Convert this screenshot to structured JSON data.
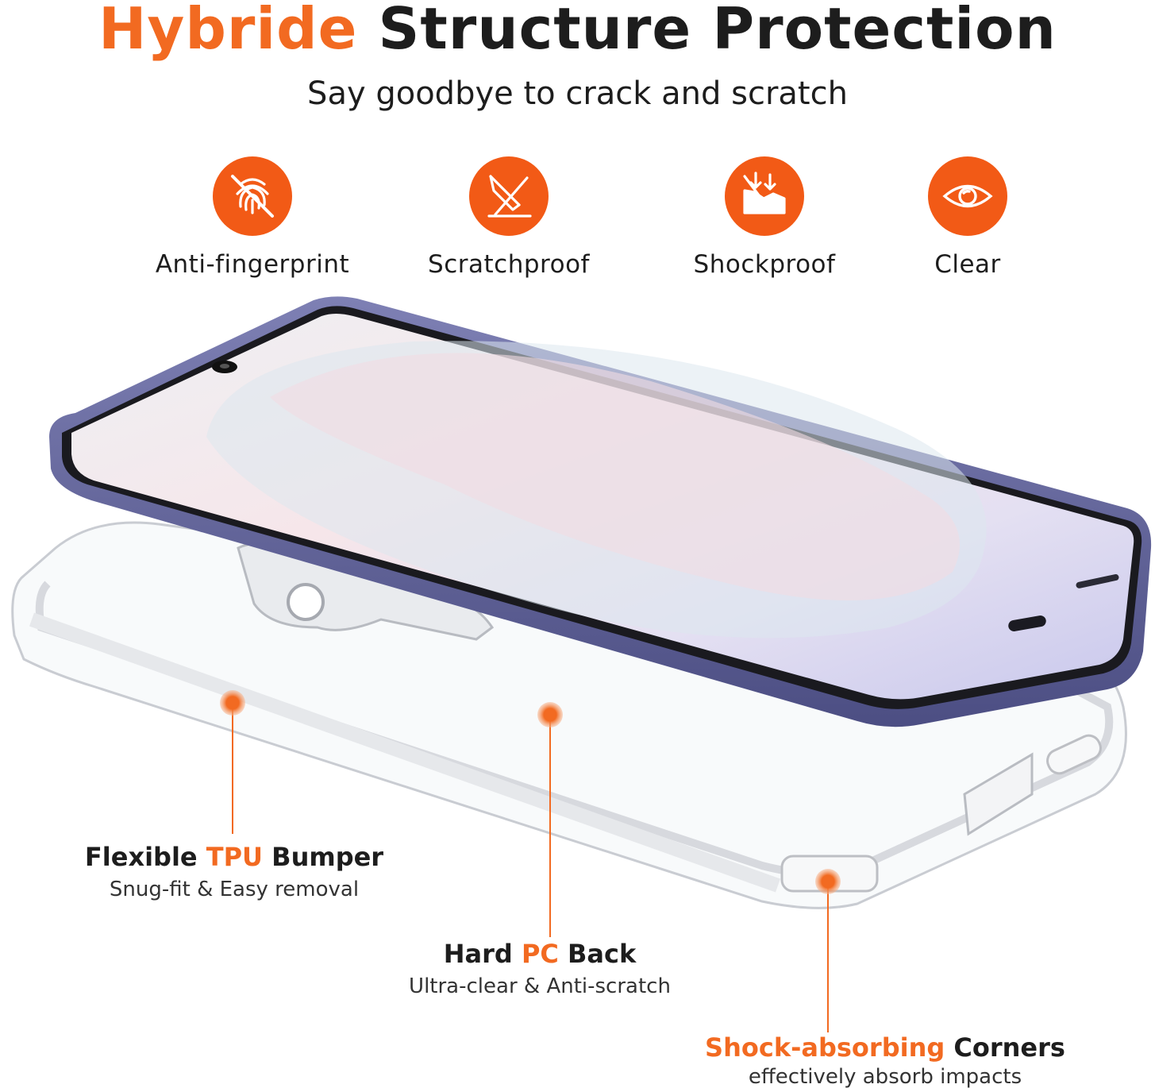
{
  "header": {
    "title_accent": "Hybride",
    "title_rest": "Structure Protection",
    "subtitle": "Say goodbye to crack and scratch"
  },
  "features": [
    {
      "label": "Anti-fingerprint",
      "icon": "fingerprint-crossed-icon"
    },
    {
      "label": "Scratchproof",
      "icon": "scratch-blade-icon"
    },
    {
      "label": "Shockproof",
      "icon": "impact-box-icon"
    },
    {
      "label": "Clear",
      "icon": "eye-icon"
    }
  ],
  "callouts": {
    "bumper": {
      "pre": "Flexible",
      "accent": "TPU",
      "post": "Bumper",
      "sub": "Snug-fit & Easy removal"
    },
    "back": {
      "pre": "Hard",
      "accent": "PC",
      "post": "Back",
      "sub": "Ultra-clear & Anti-scratch"
    },
    "corners": {
      "accent": "Shock-absorbing",
      "post": "Corners",
      "sub": "effectively absorb impacts"
    }
  },
  "colors": {
    "accent": "#f26a21",
    "icon_bg": "#f25a16",
    "phone_frame": "#5d5f96",
    "text": "#1d1d1d"
  }
}
